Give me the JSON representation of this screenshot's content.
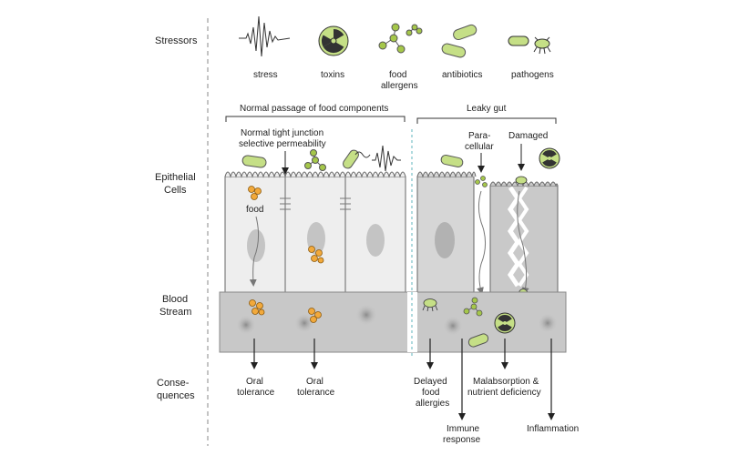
{
  "rows": {
    "stressors": "Stressors",
    "epithelial": [
      "Epithelial",
      "Cells"
    ],
    "blood": [
      "Blood",
      "Stream"
    ],
    "consequences": [
      "Conse-",
      "quences"
    ]
  },
  "stressors": {
    "stress": "stress",
    "toxins": "toxins",
    "food_allergens": [
      "food",
      "allergens"
    ],
    "antibiotics": "antibiotics",
    "pathogens": "pathogens"
  },
  "sections": {
    "normal": "Normal passage of food components",
    "leaky": "Leaky gut"
  },
  "labels": {
    "tight_junction": [
      "Normal tight junction",
      "selective permeability"
    ],
    "paracellular": [
      "Para-",
      "cellular"
    ],
    "damaged": "Damaged",
    "food": "food"
  },
  "consequences": {
    "oral_tolerance_1": [
      "Oral",
      "tolerance"
    ],
    "oral_tolerance_2": [
      "Oral",
      "tolerance"
    ],
    "delayed_allergies": [
      "Delayed",
      "food",
      "allergies"
    ],
    "immune_response": [
      "Immune",
      "response"
    ],
    "malabsorption": [
      "Malabsorption &",
      "nutrient deficiency"
    ],
    "inflammation": "Inflammation"
  },
  "colors": {
    "pill": "#c5df86",
    "molecule": "#f2a93b",
    "cell": "#eeeeee",
    "damaged_cell": "#c9c9c9",
    "blood": "#c8c8c8",
    "nucleus": "#b5b5b5",
    "leak_line": "#5fb6bd"
  }
}
